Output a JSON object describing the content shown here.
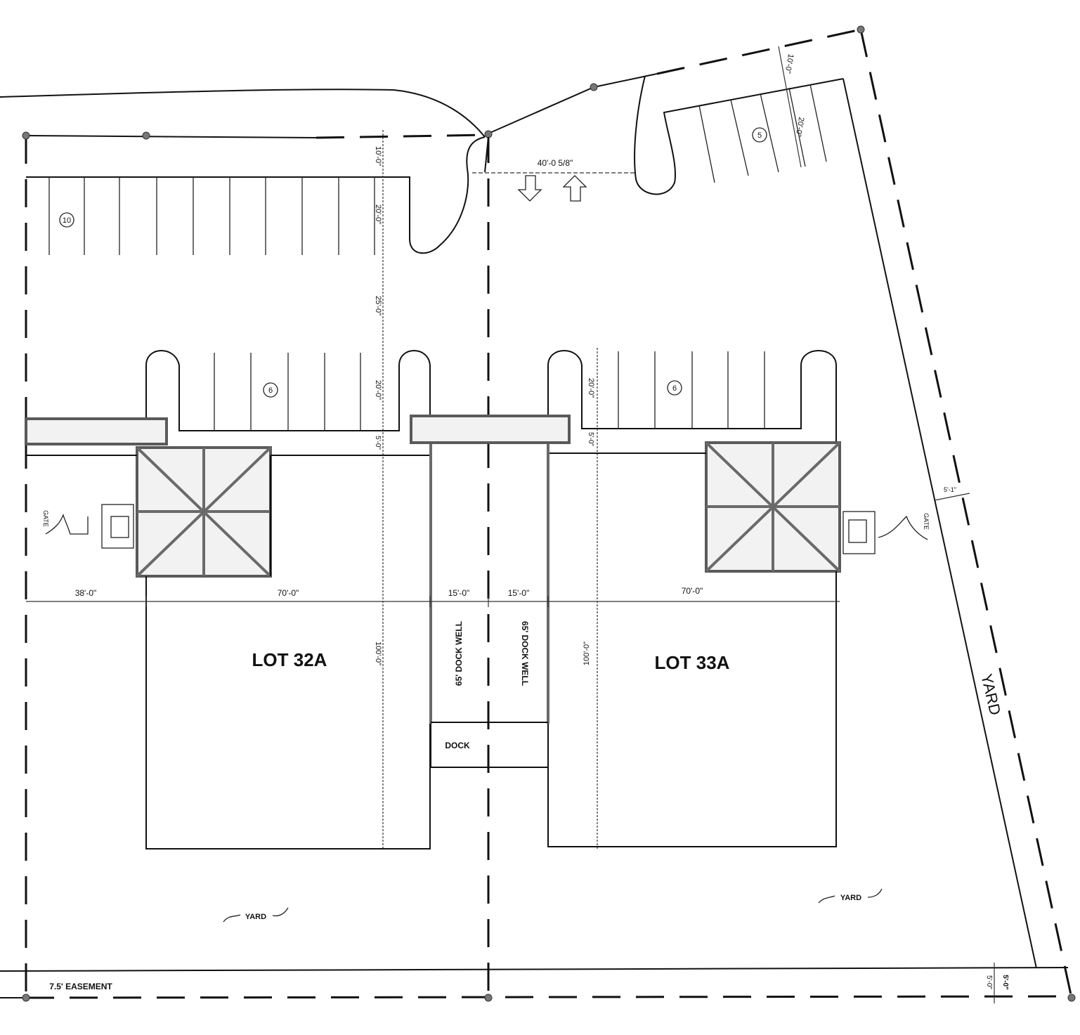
{
  "plan": {
    "lots": [
      {
        "label": "LOT 32A"
      },
      {
        "label": "LOT 33A"
      }
    ],
    "dimensions": {
      "left_setback": "38'-0\"",
      "lot32_width": "70'-0\"",
      "dock32_width": "15'-0\"",
      "dock33_width": "15'-0\"",
      "lot33_width": "70'-0\"",
      "building_depth_32": "100'-0\"",
      "building_depth_33": "100'-0\"",
      "driveway_width": "40'-0 5/8\"",
      "top_buffer_left": "10'-0\"",
      "stall_depth_top_left": "20'-0\"",
      "aisle_depth": "25'-0\"",
      "stall_depth_mid_left": "20'-0\"",
      "walk_left": "5'-0\"",
      "stall_depth_mid_right": "20'-0\"",
      "walk_right": "5'-0\"",
      "top_buffer_right": "10'-0\"",
      "stall_depth_top_right": "20'-0\"",
      "gate_offset_right": "5'-1\"",
      "bottom_setback": "5'-0\""
    },
    "parking_counts": {
      "top_left": "10",
      "top_right": "5",
      "mid_left": "6",
      "mid_right": "6"
    },
    "labels": {
      "dock_well_left": "65' DOCK WELL",
      "dock_well_right": "65' DOCK WELL",
      "dock": "DOCK",
      "yard_left": "YARD",
      "yard_right": "YARD",
      "yard_side": "YARD",
      "gate_left": "GATE",
      "gate_right": "GATE",
      "easement": "7.5' EASEMENT",
      "bottom_right_label": "5'-0\""
    },
    "colors": {
      "line": "#111111",
      "canopy": "#5a5a5a",
      "background": "#ffffff"
    }
  }
}
